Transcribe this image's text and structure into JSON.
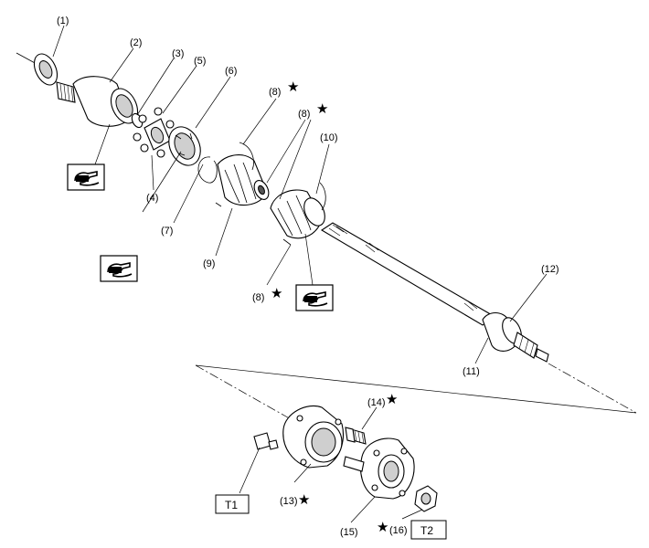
{
  "callouts": {
    "c1": "(1)",
    "c2": "(2)",
    "c3": "(3)",
    "c4": "(4)",
    "c5": "(5)",
    "c6": "(6)",
    "c7": "(7)",
    "c8a": "(8)",
    "c8b": "(8)",
    "c8c": "(8)",
    "c9": "(9)",
    "c10": "(10)",
    "c11": "(11)",
    "c12": "(12)",
    "c13": "(13)",
    "c14": "(14)",
    "c15": "(15)",
    "c16": "(16)"
  },
  "star_symbol": "★",
  "torque_labels": {
    "t1": "T1",
    "t2": "T2"
  },
  "icons": {
    "grease": "grease-application-icon",
    "star": "replace-part-star-icon"
  }
}
